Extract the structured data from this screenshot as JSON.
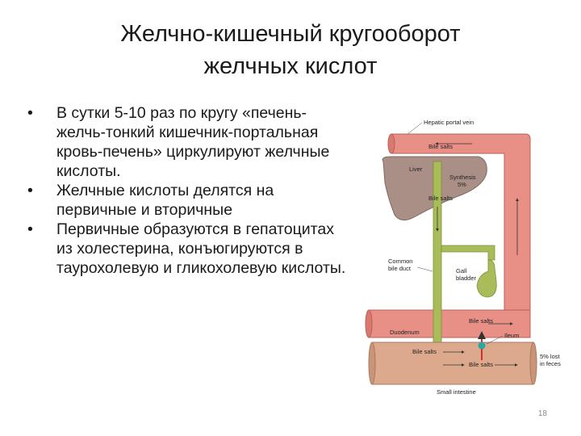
{
  "title": {
    "line1": "Желчно-кишечный кругооборот",
    "line2": "желчных кислот"
  },
  "bullets": [
    "В  сутки 5-10 раз по кругу «печень-желчь-тонкий кишечник-портальная кровь-печень» циркулируют желчные кислоты.",
    "Желчные кислоты делятся на первичные и вторичные",
    "Первичные образуются в гепатоцитах из холестерина, конъюгируются в таурохолевую и гликохолевую кислоты."
  ],
  "bullet_symbol": "•",
  "diagram": {
    "labels": {
      "hepatic_portal_vein": "Hepatic portal vein",
      "bile_salts_top": "Bile salts",
      "liver": "Liver",
      "synthesis_line1": "Synthesis",
      "synthesis_line2": "5%",
      "bile_salts_liver": "Bile salts",
      "common_bile_duct_line1": "Common",
      "common_bile_duct_line2": "bile duct",
      "gall_bladder_line1": "Gall",
      "gall_bladder_line2": "bladder",
      "bile_salts_mid": "Bile salts",
      "duodenum": "Duodenum",
      "ileum": "Ileum",
      "bile_salts_low1": "Bile salts",
      "bile_salts_low2": "Bile salts",
      "lost_line1": "5% lost",
      "lost_line2": "in feces",
      "small_intestine": "Small intestine"
    },
    "colors": {
      "vein": "#e88f86",
      "vein_stroke": "#b9615a",
      "liver": "#a98f86",
      "bile": "#a9bc5a",
      "bile_stroke": "#7e8f3a",
      "intestine": "#dca98c",
      "intestine_stroke": "#a97a5f",
      "red_arrow": "#d8282a",
      "teal_dot": "#2aa7a0"
    }
  },
  "page_number": "18"
}
